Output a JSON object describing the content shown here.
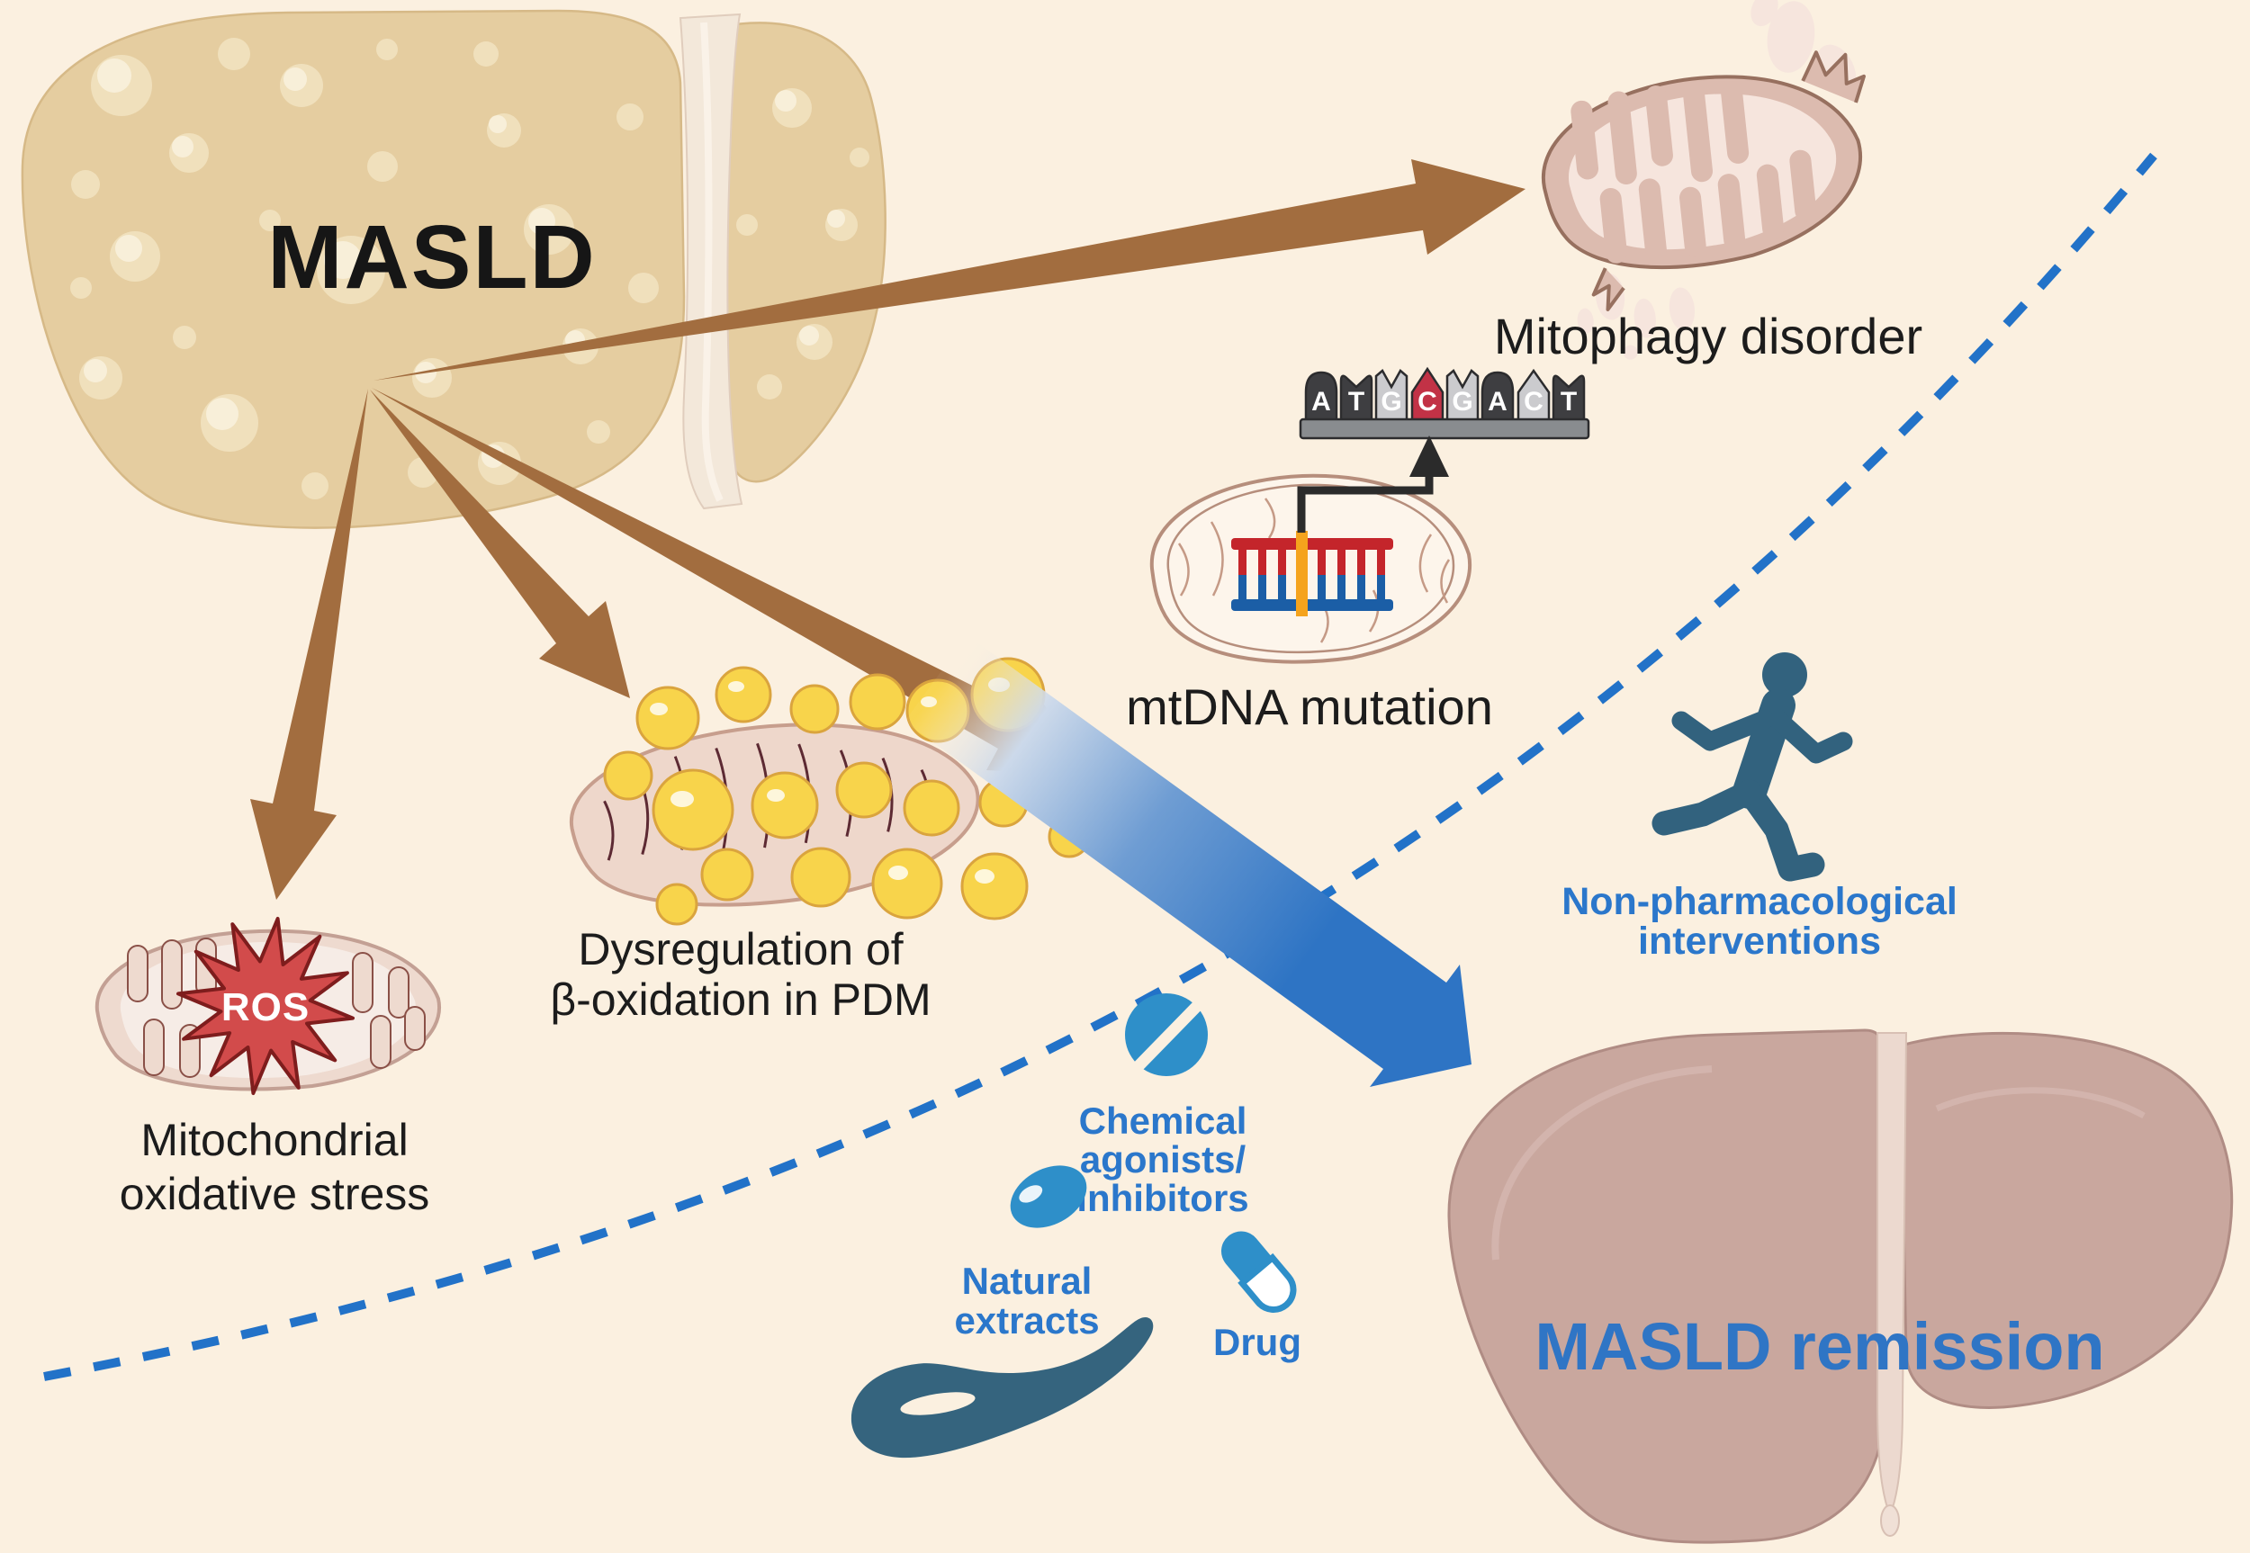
{
  "figure": {
    "type": "scientific-pathway-diagram",
    "topic": "MASLD mitochondrial dysfunction and remission"
  },
  "diseased_liver": {
    "label": "MASLD"
  },
  "outcomes": {
    "mitophagy": {
      "label": "Mitophagy disorder"
    },
    "mtdna": {
      "label": "mtDNA mutation",
      "sequence": [
        "A",
        "T",
        "G",
        "C",
        "G",
        "A",
        "C",
        "T"
      ],
      "mutated_base_index": 3
    },
    "beta_oxidation": {
      "label_line1": "Dysregulation of",
      "label_line2": "β-oxidation in PDM"
    },
    "oxidative_stress": {
      "label_line1": "Mitochondrial",
      "label_line2": "oxidative stress",
      "ros_badge": "ROS"
    }
  },
  "interventions": {
    "non_pharmacological": {
      "label_line1": "Non-pharmacological",
      "label_line2": "interventions"
    },
    "chemical_agonists": {
      "label_line1": "Chemical",
      "label_line2": "agonists/",
      "label_line3": "inhibitors"
    },
    "natural_extracts": {
      "label_line1": "Natural",
      "label_line2": "extracts"
    },
    "drug": {
      "label": "Drug"
    }
  },
  "remission_liver": {
    "label": "MASLD remission"
  },
  "colors": {
    "background": "#fbf0e0",
    "arrow_brown": "#a26d3f",
    "dashed_blue": "#2272c8",
    "transition_arrow_blue": "#2e74c4",
    "accent_text_blue": "#2b77cb",
    "remission_text_blue": "#2f75c5",
    "pill_blue": "#2e8fc9",
    "figure_teal": "#32627e",
    "ros_red": "#d24b4b",
    "mutation_orange": "#f5a31d",
    "dna_strand_red": "#c4252b",
    "dna_strand_blue": "#1b5ea6",
    "fatty_liver_beige": "#e5cda0",
    "healthy_liver_mauve": "#c9a79e"
  }
}
